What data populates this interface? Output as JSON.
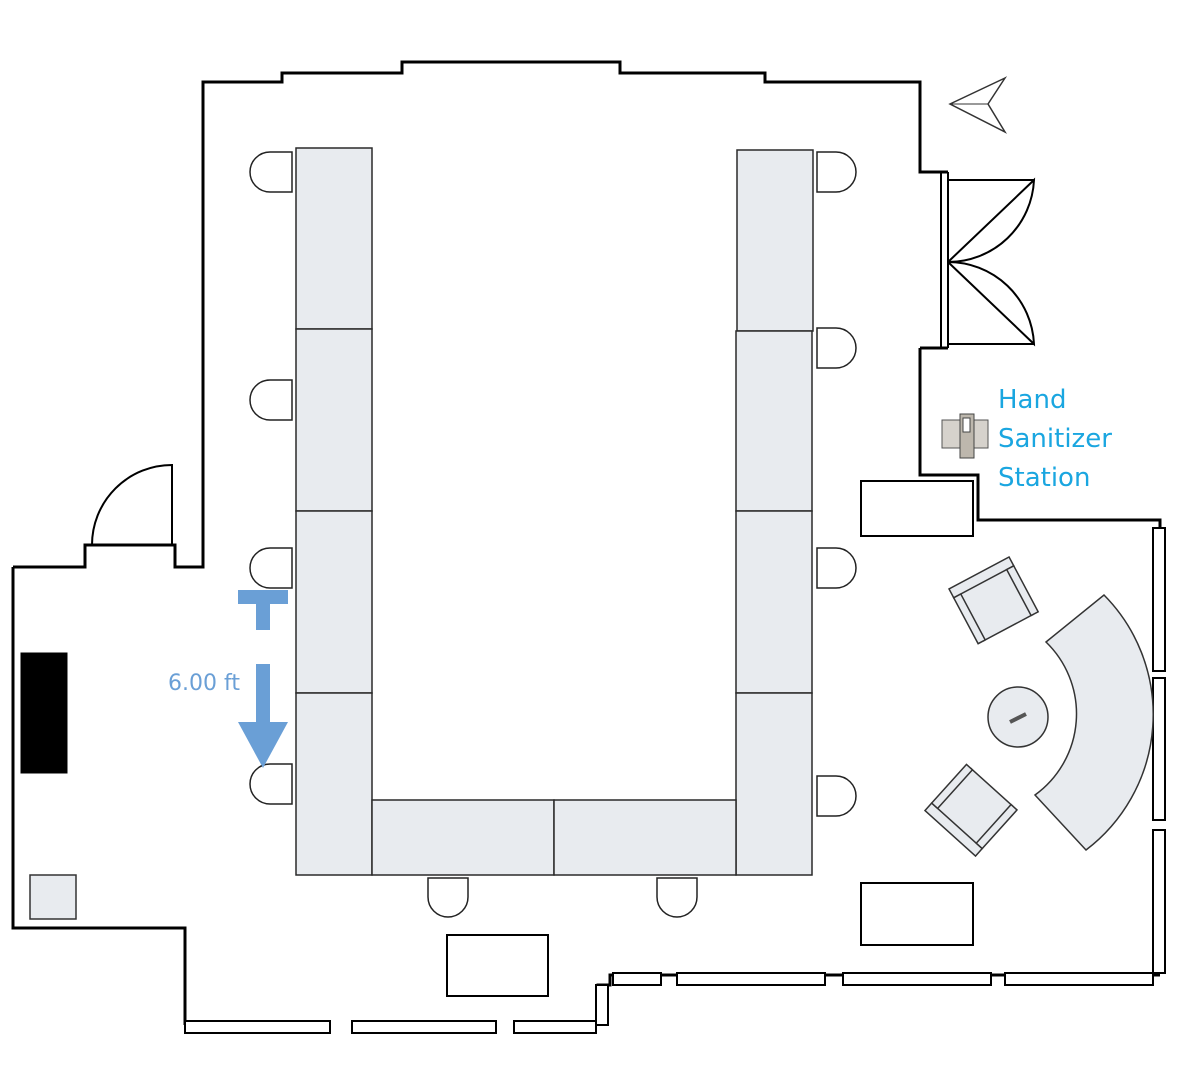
{
  "labels": {
    "hand_sanitizer": [
      "Hand",
      "Sanitizer",
      "Station"
    ],
    "distance": "6.00 ft"
  },
  "colors": {
    "hand_label": "#1aa6e0",
    "dimension": "#6a9fd6",
    "table_fill": "#e8ebef"
  },
  "icons": {
    "north": "compass-arrow-icon",
    "sanitizer": "hand-sanitizer-icon"
  }
}
